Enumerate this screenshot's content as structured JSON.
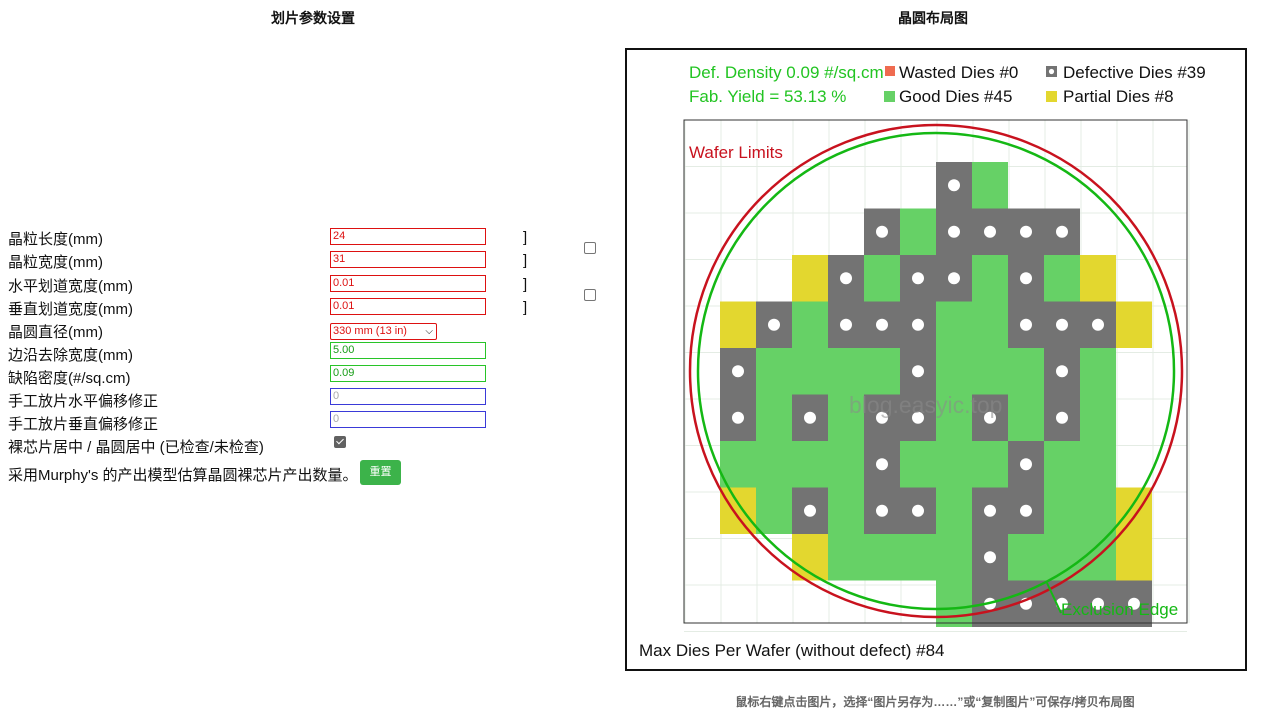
{
  "left_panel": {
    "title": "划片参数设置",
    "fields": [
      {
        "label": "晶粒长度(mm)",
        "value": "24"
      },
      {
        "label": "晶粒宽度(mm)",
        "value": "31"
      },
      {
        "label": "水平划道宽度(mm)",
        "value": "0.01"
      },
      {
        "label": "垂直划道宽度(mm)",
        "value": "0.01"
      },
      {
        "label": "晶圆直径(mm)",
        "value": "330 mm (13 in)"
      },
      {
        "label": "边沿去除宽度(mm)",
        "value": "5.00"
      },
      {
        "label": "缺陷密度(#/sq.cm)",
        "value": "0.09"
      },
      {
        "label": "手工放片水平偏移修正",
        "placeholder": "0"
      },
      {
        "label": "手工放片垂直偏移修正",
        "placeholder": "0"
      },
      {
        "label": "裸芯片居中 / 晶圆居中 (已检查/未检查)",
        "checked": true
      }
    ],
    "murphy_text": "采用Murphy's 的产出模型估算晶圆裸芯片产出数量。",
    "reset_label": "重置",
    "brackets": [
      "]",
      "]",
      "]",
      "]"
    ]
  },
  "right_panel": {
    "title": "晶圆布局图",
    "caption": "鼠标右键点击图片，选择“图片另存为……”或“复制图片”可保存/拷贝布局图"
  },
  "wafer_map": {
    "def_density": "Def. Density 0.09 #/sq.cm",
    "fab_yield": "Fab. Yield = 53.13 %",
    "legend": {
      "wasted": "Wasted Dies  #0",
      "defective": "Defective Dies  #39",
      "good": "Good Dies #45",
      "partial": "Partial Dies #8"
    },
    "wafer_limits_label": "Wafer Limits",
    "exclusion_edge_label": "Exclusion Edge",
    "watermark": "blog.easyic.top",
    "max_dies": "Max Dies Per Wafer (without defect) #84",
    "colors": {
      "good": "#66d166",
      "defective": "#737373",
      "partial": "#e3d72f",
      "wasted": "#ef6b50",
      "wafer_limit": "#c8121e",
      "exclusion": "#14b814",
      "text_green": "#22c422"
    },
    "grid": [
      "...DG....",
      "..DGDDDD.",
      ".PDGDDGDGP.",
      "PDGDDDGGDDDP",
      "DGGGGDGGGDG",
      "DGDGDDGDGDG",
      "GGGGDGGGDGG",
      "PGDGDDGDDGGP",
      ".PGGGGDGGGP.",
      "...GDDDDD..."
    ]
  }
}
